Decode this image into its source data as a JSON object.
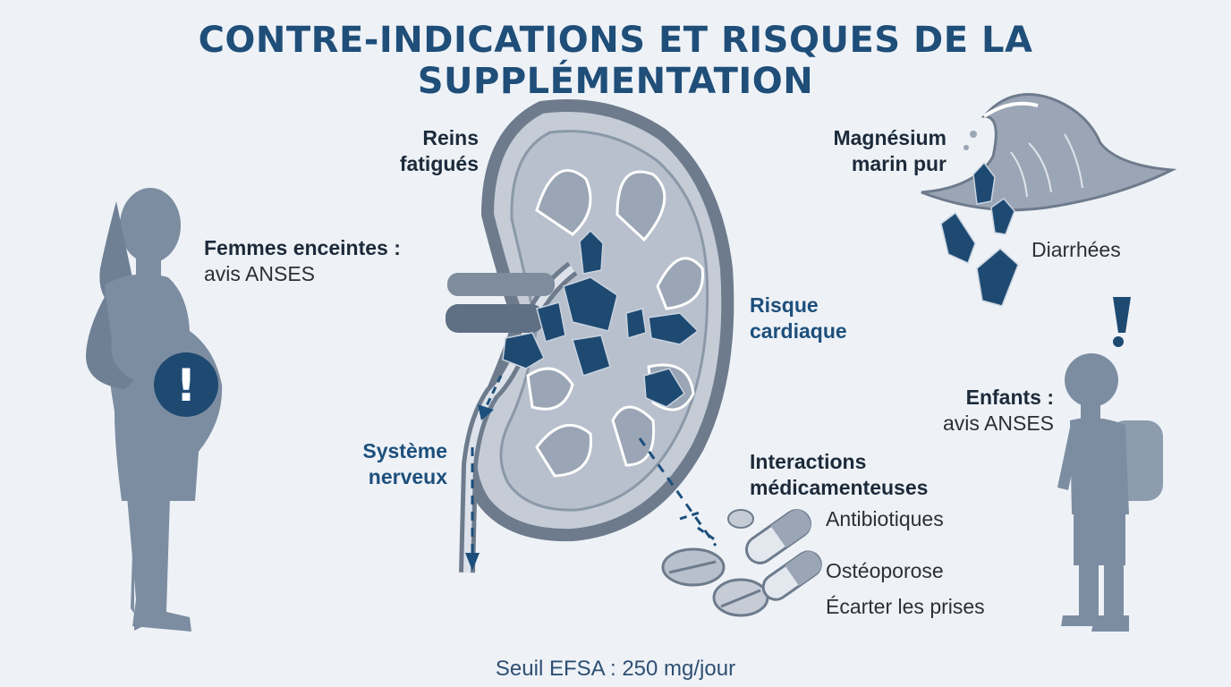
{
  "title": "CONTRE-INDICATIONS ET RISQUES DE LA SUPPLÉMENTATION",
  "labels": {
    "pregnant_bold": "Femmes enceintes :",
    "pregnant_note": "avis ANSES",
    "kidneys": "Reins fatigués",
    "nervous": "Système nerveux",
    "cardiac": "Risque cardiaque",
    "marine": "Magnésium marin pur",
    "diarrhea": "Diarrhées",
    "children_bold": "Enfants :",
    "children_note": "avis ANSES",
    "interactions": "Interactions médicamenteuses",
    "antibiotics": "Antibiotiques",
    "osteoporosis": "Ostéoporose",
    "spacing": "Écarter les prises"
  },
  "warning_symbol": "!",
  "footer": "Seuil EFSA : 250 mg/jour",
  "colors": {
    "title": "#1f4e79",
    "accent_blue": "#1d4f7c",
    "silhouette": "#7d8da1",
    "crystal": "#1e4a72",
    "background": "#eef2f7"
  }
}
